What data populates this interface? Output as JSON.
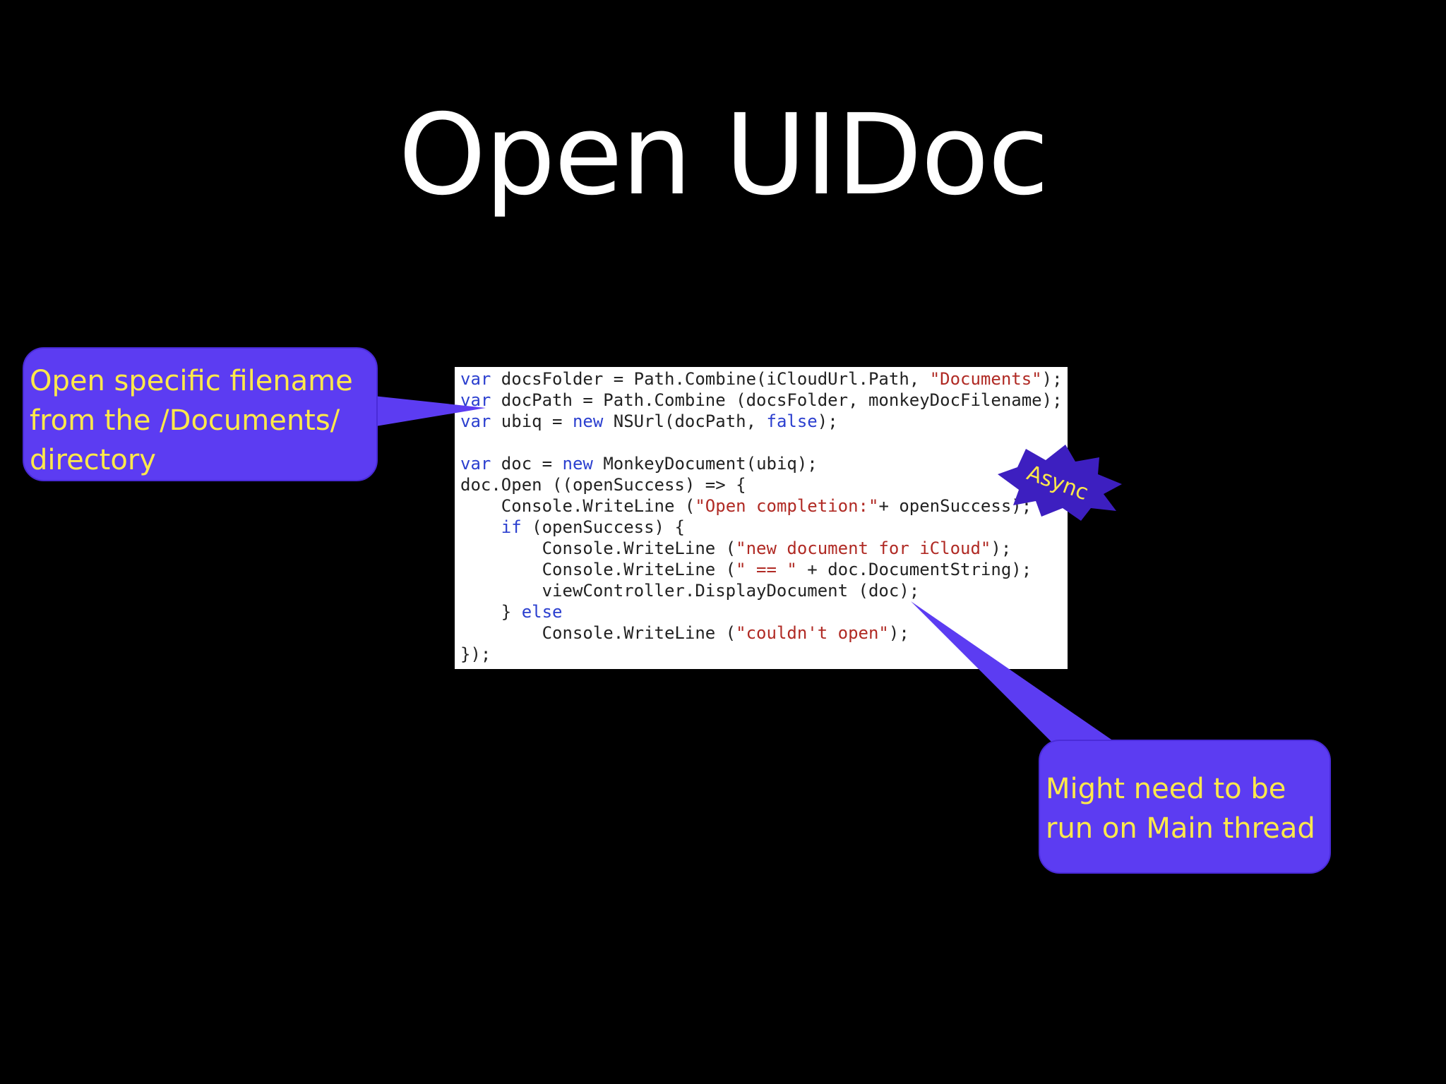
{
  "slide": {
    "title": "Open UIDoc"
  },
  "code": {
    "lines": [
      [
        {
          "t": "kw",
          "v": "var"
        },
        {
          "t": "pl",
          "v": " docsFolder = Path.Combine(iCloudUrl.Path, "
        },
        {
          "t": "str",
          "v": "\"Documents\""
        },
        {
          "t": "pl",
          "v": ");"
        }
      ],
      [
        {
          "t": "kw",
          "v": "var"
        },
        {
          "t": "pl",
          "v": " docPath = Path.Combine (docsFolder, monkeyDocFilename);"
        }
      ],
      [
        {
          "t": "kw",
          "v": "var"
        },
        {
          "t": "pl",
          "v": " ubiq = "
        },
        {
          "t": "kw",
          "v": "new"
        },
        {
          "t": "pl",
          "v": " NSUrl(docPath, "
        },
        {
          "t": "kw",
          "v": "false"
        },
        {
          "t": "pl",
          "v": ");"
        }
      ],
      [],
      [
        {
          "t": "kw",
          "v": "var"
        },
        {
          "t": "pl",
          "v": " doc = "
        },
        {
          "t": "kw",
          "v": "new"
        },
        {
          "t": "pl",
          "v": " MonkeyDocument(ubiq);"
        }
      ],
      [
        {
          "t": "pl",
          "v": "doc.Open ((openSuccess) => {"
        }
      ],
      [
        {
          "t": "pl",
          "v": "    Console.WriteLine ("
        },
        {
          "t": "str",
          "v": "\"Open completion:\""
        },
        {
          "t": "pl",
          "v": "+ openSuccess);"
        }
      ],
      [
        {
          "t": "pl",
          "v": "    "
        },
        {
          "t": "kw",
          "v": "if"
        },
        {
          "t": "pl",
          "v": " (openSuccess) {"
        }
      ],
      [
        {
          "t": "pl",
          "v": "        Console.WriteLine ("
        },
        {
          "t": "str",
          "v": "\"new document for iCloud\""
        },
        {
          "t": "pl",
          "v": ");"
        }
      ],
      [
        {
          "t": "pl",
          "v": "        Console.WriteLine ("
        },
        {
          "t": "str",
          "v": "\" == \""
        },
        {
          "t": "pl",
          "v": " + doc.DocumentString);"
        }
      ],
      [
        {
          "t": "pl",
          "v": "        viewController.DisplayDocument (doc);"
        }
      ],
      [
        {
          "t": "pl",
          "v": "    } "
        },
        {
          "t": "kw",
          "v": "else"
        }
      ],
      [
        {
          "t": "pl",
          "v": "        Console.WriteLine ("
        },
        {
          "t": "str",
          "v": "\"couldn't open\""
        },
        {
          "t": "pl",
          "v": ");"
        }
      ],
      [
        {
          "t": "pl",
          "v": "});"
        }
      ]
    ]
  },
  "callouts": {
    "filename": {
      "lines": [
        " Open specific filename",
        "from the /Documents/",
        " directory"
      ]
    },
    "main_thread": {
      "lines": [
        "Might need to be",
        "run on Main thread"
      ]
    },
    "async": {
      "label": "Async"
    }
  },
  "colors": {
    "background": "#000000",
    "title": "#ffffff",
    "callout_fill": "#5c3cf2",
    "callout_text": "#ffe94a",
    "burst_fill": "#3d1fc0",
    "code_keyword": "#2b3fcf",
    "code_string": "#b02a24"
  }
}
